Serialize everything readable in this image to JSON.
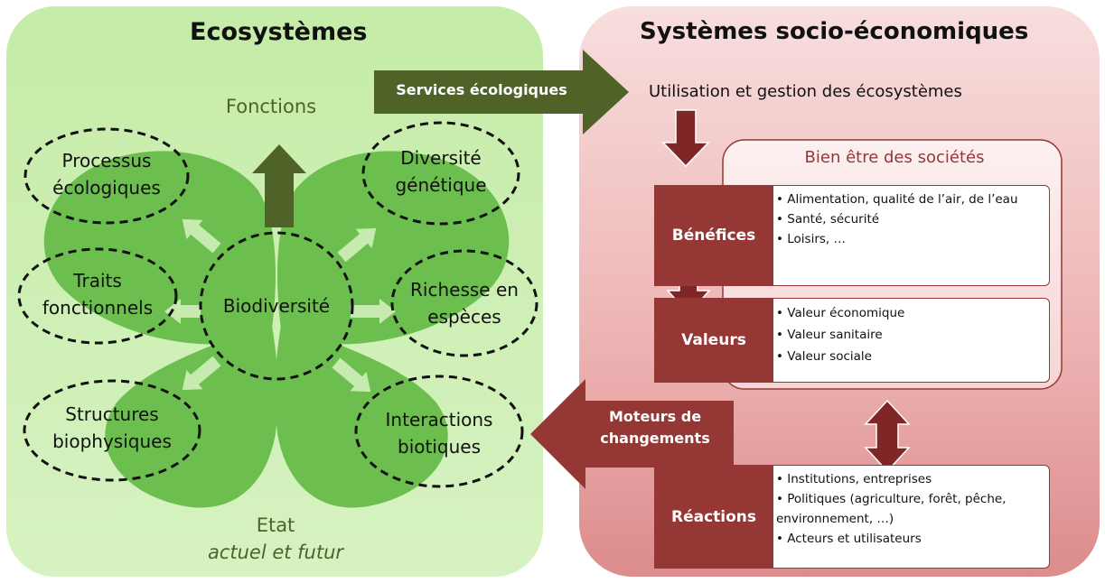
{
  "left_panel": {
    "title": "Ecosystèmes",
    "top_label": "Fonctions",
    "bottom_label_line1": "Etat",
    "bottom_label_line2": "actuel et futur",
    "center": "Biodiversité",
    "ovals": {
      "processus": [
        "Processus",
        "écologiques"
      ],
      "traits": [
        "Traits",
        "fonctionnels"
      ],
      "structures": [
        "Structures",
        "biophysiques"
      ],
      "diversite": [
        "Diversité",
        "génétique"
      ],
      "richesse": [
        "Richesse en",
        "espèces"
      ],
      "interactions": [
        "Interactions",
        "biotiques"
      ]
    },
    "colors": {
      "panel": "#b5e19a",
      "petal": "#6cbf4e",
      "arrow_dark": "#4f6228",
      "arrow_light": "#c6eab0"
    }
  },
  "right_panel": {
    "title": "Systèmes socio-économiques",
    "usage_label": "Utilisation et gestion des écosystèmes",
    "wellbeing_label": "Bien être des sociétés",
    "benefices": {
      "label": "Bénéfices",
      "items": [
        "• Alimentation, qualité de l’air, de l’eau",
        "• Santé, sécurité",
        "• Loisirs, …"
      ]
    },
    "valeurs": {
      "label": "Valeurs",
      "items": [
        "• Valeur économique",
        "• Valeur sanitaire",
        "• Valeur sociale"
      ]
    },
    "reactions": {
      "label": "Réactions",
      "items": [
        "• Institutions, entreprises",
        "• Politiques (agriculture, forêt, pêche, environnement, …)",
        "• Acteurs et utilisateurs"
      ]
    },
    "colors": {
      "panel": "#e8a7a7",
      "box": "#953735",
      "wellbeing_text": "#953735"
    }
  },
  "arrows": {
    "services": "Services écologiques",
    "moteurs_line1": "Moteurs de",
    "moteurs_line2": "changements"
  }
}
